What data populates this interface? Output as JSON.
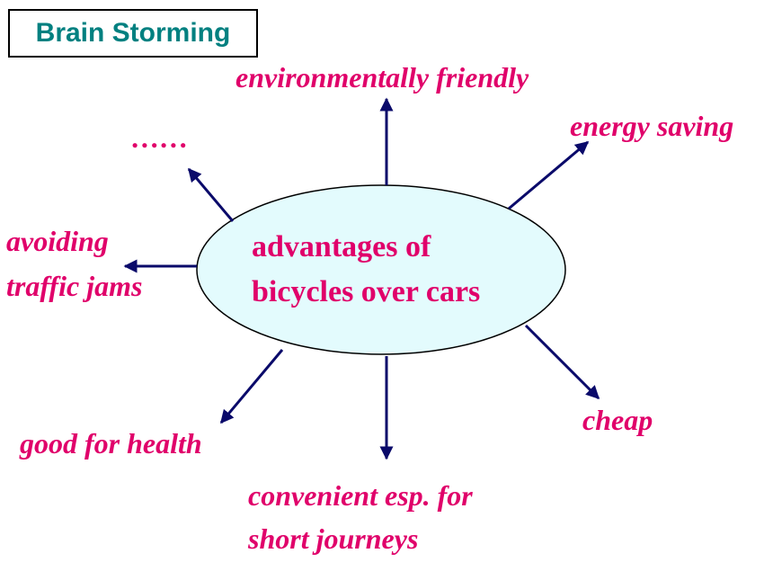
{
  "title": "Brain Storming",
  "center": {
    "line1": "advantages of",
    "line2": "bicycles over cars"
  },
  "branches": {
    "top": "environmentally friendly",
    "top_right": "energy saving",
    "top_left": "……",
    "left_line1": "avoiding",
    "left_line2": "traffic jams",
    "right_bottom": "cheap",
    "bottom_left": "good for health",
    "bottom_line1": "convenient esp. for",
    "bottom_line2": "short journeys"
  },
  "colors": {
    "title_text": "#008080",
    "label_text": "#e0006a",
    "ellipse_fill": "#e3fbfd",
    "arrow": "#0a0a6a"
  }
}
